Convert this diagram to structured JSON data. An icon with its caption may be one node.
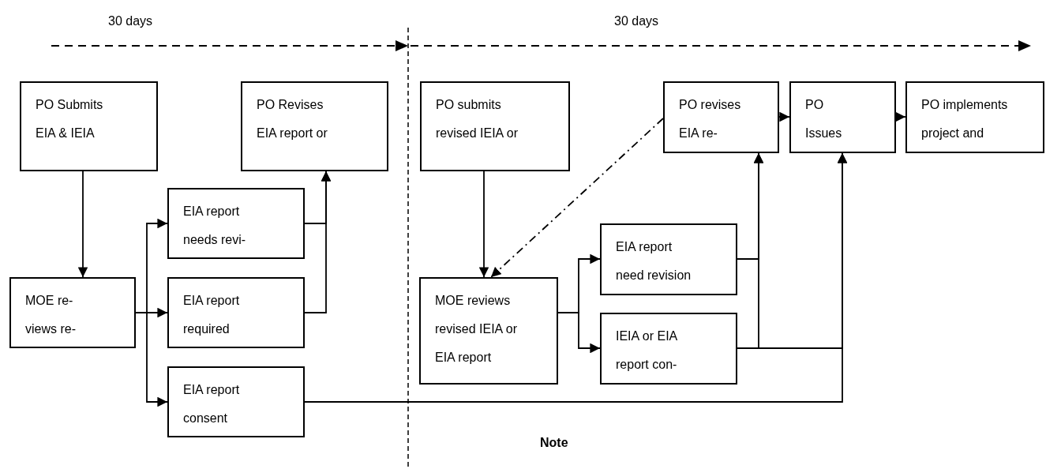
{
  "diagram": {
    "nodes": [
      {
        "text": [
          "PO Submits EIA & IEIA"
        ]
      },
      {
        "text": [
          "PO Revises EIA report or"
        ]
      },
      {
        "text": [
          "EIA report needs revi-"
        ]
      },
      {
        "text": [
          "MOE re- views re-"
        ]
      },
      {
        "text": [
          "EIA report required"
        ]
      },
      {
        "text": [
          "EIA report consent"
        ]
      },
      {
        "text": [
          "PO submits revised IEIA or"
        ]
      },
      {
        "text": [
          "PO revises EIA re-"
        ]
      },
      {
        "text": [
          "PO Issues"
        ]
      },
      {
        "text": [
          "PO implements project and"
        ]
      },
      {
        "text": [
          "EIA report need revision"
        ]
      },
      {
        "text": [
          "MOE reviews revised IEIA or EIA report"
        ]
      },
      {
        "text": [
          "IEIA or EIA report con-"
        ]
      }
    ],
    "edges": [
      {
        "from": 0,
        "to": 3,
        "arrow": "to"
      },
      {
        "from": 3,
        "to": 2,
        "arrow": "to"
      },
      {
        "from": 3,
        "to": 4,
        "arrow": "to"
      },
      {
        "from": 3,
        "to": 5,
        "arrow": "to"
      },
      {
        "from": 2,
        "to": 1,
        "arrow": "to"
      },
      {
        "from": 4,
        "to": 1,
        "arrow": "to"
      },
      {
        "from": 5,
        "to": 8,
        "arrow": "to"
      },
      {
        "from": 6,
        "to": 11,
        "arrow": "to"
      },
      {
        "from": 7,
        "to": 11,
        "arrow": "to",
        "style": "dashed"
      },
      {
        "from": 11,
        "to": 10,
        "arrow": "to"
      },
      {
        "from": 11,
        "to": 12,
        "arrow": "to"
      },
      {
        "from": 10,
        "to": 7,
        "arrow": "to"
      },
      {
        "from": 12,
        "to": 7,
        "arrow": "to"
      },
      {
        "from": 12,
        "to": 8,
        "arrow": "to"
      },
      {
        "from": 7,
        "to": 8,
        "arrow": "to"
      },
      {
        "from": 8,
        "to": 9,
        "arrow": "to"
      }
    ],
    "labels": [
      "30 days",
      "30 days",
      "Note"
    ]
  }
}
